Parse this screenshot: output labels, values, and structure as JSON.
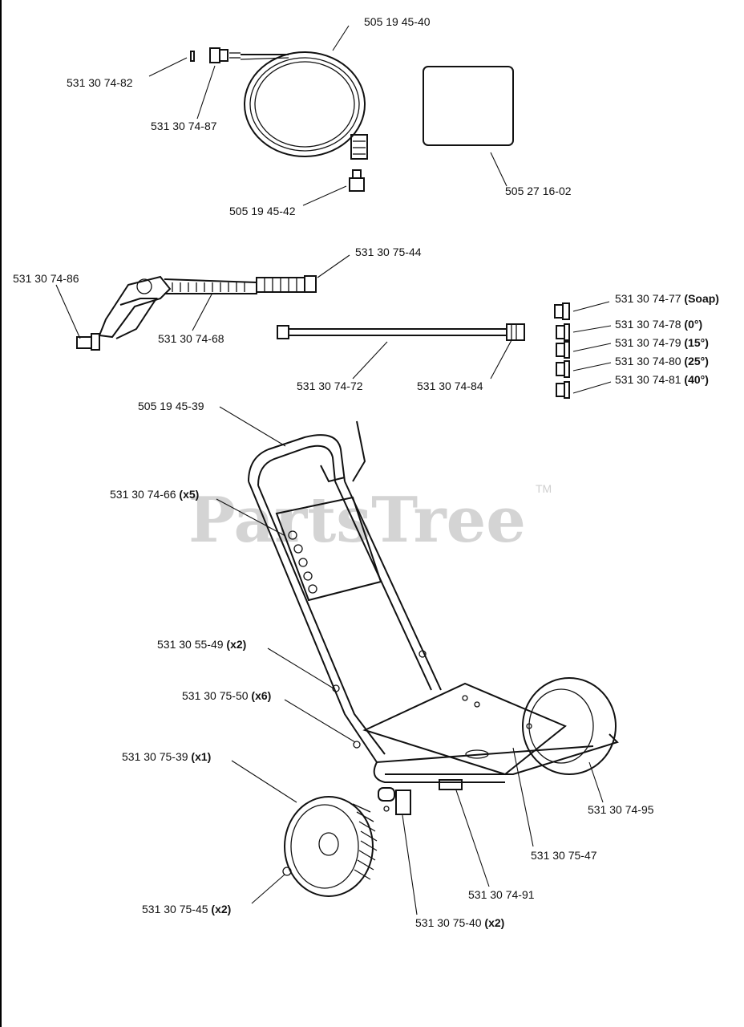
{
  "watermark": {
    "text": "PartsTree",
    "tm": "TM"
  },
  "labels": [
    {
      "id": "hose",
      "part": "505 19 45-40",
      "qty": ""
    },
    {
      "id": "plug",
      "part": "531 30 74-82",
      "qty": ""
    },
    {
      "id": "coupler",
      "part": "531 30 74-87",
      "qty": ""
    },
    {
      "id": "manual",
      "part": "505 27 16-02",
      "qty": ""
    },
    {
      "id": "adapter",
      "part": "505 19 45-42",
      "qty": ""
    },
    {
      "id": "gun-nut",
      "part": "531 30 75-44",
      "qty": ""
    },
    {
      "id": "gun-inlet",
      "part": "531 30 74-86",
      "qty": ""
    },
    {
      "id": "gun",
      "part": "531 30 74-68",
      "qty": ""
    },
    {
      "id": "nozzle-soap",
      "part": "531 30 74-77",
      "qty": "(Soap)"
    },
    {
      "id": "nozzle-0",
      "part": "531 30 74-78",
      "qty": "(0°)"
    },
    {
      "id": "nozzle-15",
      "part": "531 30 74-79",
      "qty": "(15°)"
    },
    {
      "id": "nozzle-25",
      "part": "531 30 74-80",
      "qty": "(25°)"
    },
    {
      "id": "nozzle-40",
      "part": "531 30 74-81",
      "qty": "(40°)"
    },
    {
      "id": "wand",
      "part": "531 30 74-72",
      "qty": ""
    },
    {
      "id": "wand-coupler",
      "part": "531 30 74-84",
      "qty": ""
    },
    {
      "id": "handle",
      "part": "505 19 45-39",
      "qty": ""
    },
    {
      "id": "nozzle-holder",
      "part": "531 30 74-66",
      "qty": "(x5)"
    },
    {
      "id": "bolt",
      "part": "531 30 55-49",
      "qty": "(x2)"
    },
    {
      "id": "nut",
      "part": "531 30 75-50",
      "qty": "(x6)"
    },
    {
      "id": "wheel",
      "part": "531 30 75-39",
      "qty": "(x1)"
    },
    {
      "id": "cart-frame",
      "part": "531 30 74-95",
      "qty": ""
    },
    {
      "id": "base-plate",
      "part": "531 30 75-47",
      "qty": ""
    },
    {
      "id": "axle",
      "part": "531 30 74-91",
      "qty": ""
    },
    {
      "id": "foot",
      "part": "531 30 75-40",
      "qty": "(x2)"
    },
    {
      "id": "wheel-washer",
      "part": "531 30 75-45",
      "qty": "(x2)"
    }
  ]
}
